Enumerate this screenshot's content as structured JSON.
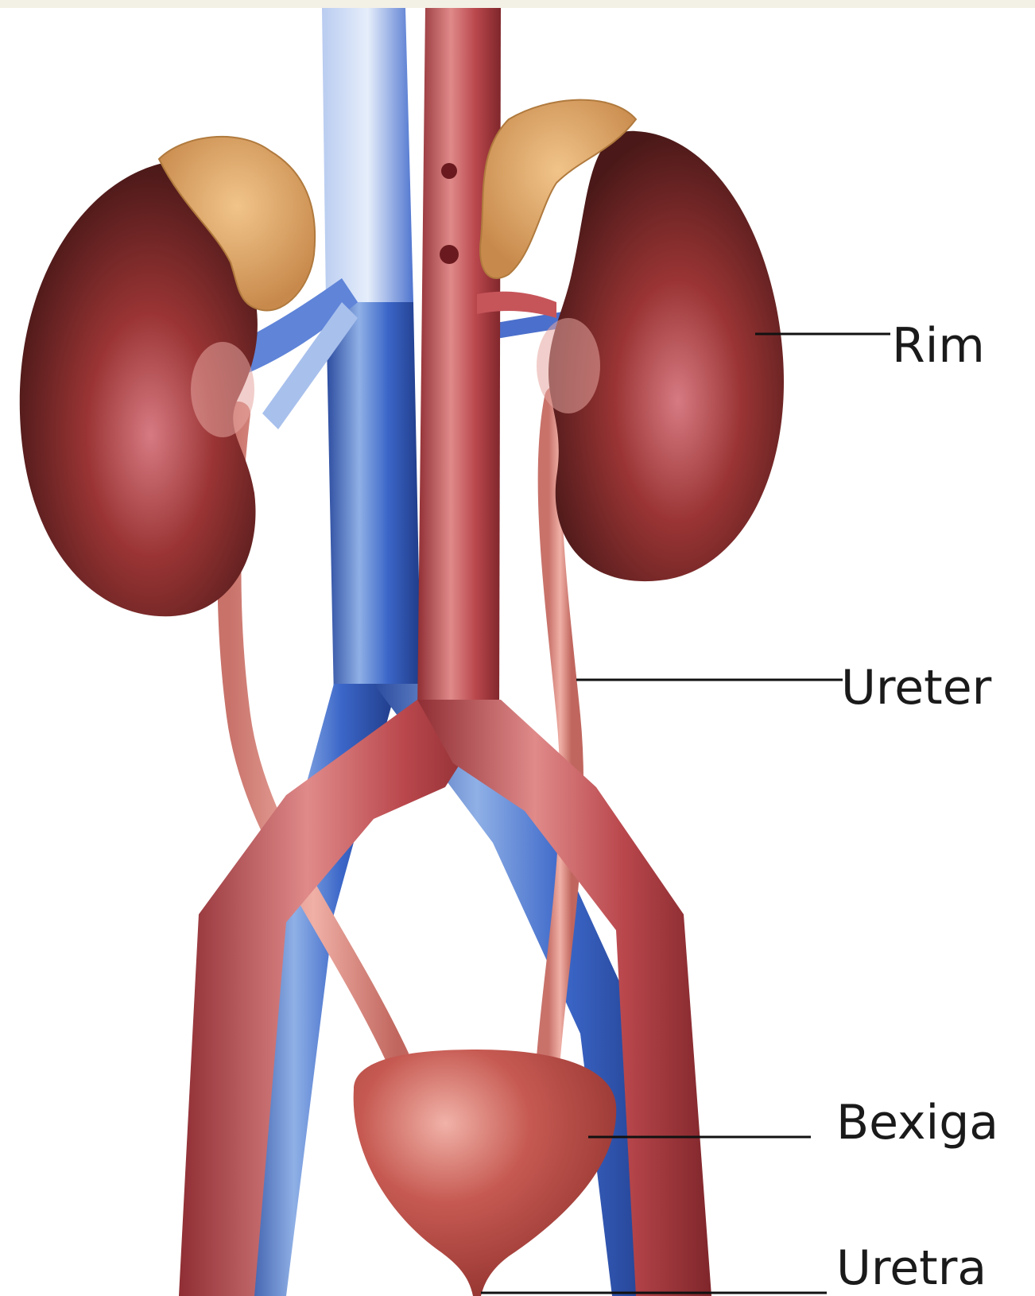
{
  "labels": {
    "rim": "Rim",
    "ureter": "Ureter",
    "bexiga": "Bexiga",
    "uretra": "Uretra"
  },
  "colors": {
    "vein_blue": "#3a5fb8",
    "vein_light": "#c9d8f2",
    "artery_red": "#b8474c",
    "kidney_dark": "#5a1e1e",
    "adrenal_tan": "#d9a066",
    "ureter_pink": "#d98a80",
    "bladder_red": "#b8453f",
    "background_top": "#f3f0e6"
  }
}
